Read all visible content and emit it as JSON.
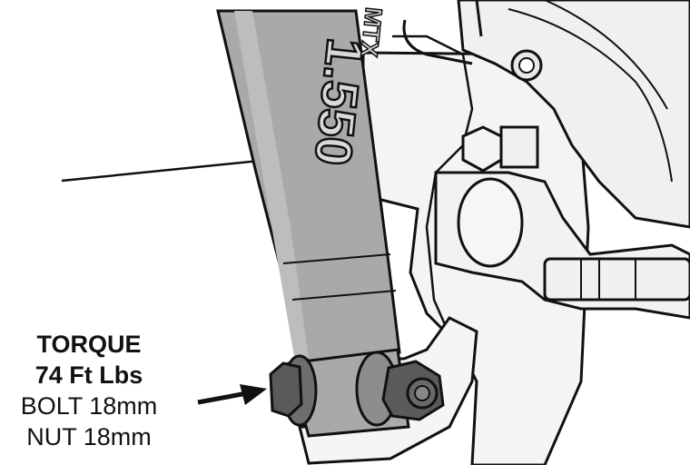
{
  "callout": {
    "torque_label": "TORQUE",
    "torque_value": "74 Ft Lbs",
    "bolt": "BOLT 18mm",
    "nut": "NUT 18mm"
  },
  "shock_branding": {
    "logo_text": "1.550",
    "side_text": "MTX"
  },
  "icons": {
    "arrow": "arrow-right-icon",
    "leader_line": "leader-line"
  },
  "colors": {
    "shock_body": "#a9a9a9",
    "metal": "#f2f2f2",
    "outline": "#111111",
    "hardware": "#5a5a5a"
  }
}
